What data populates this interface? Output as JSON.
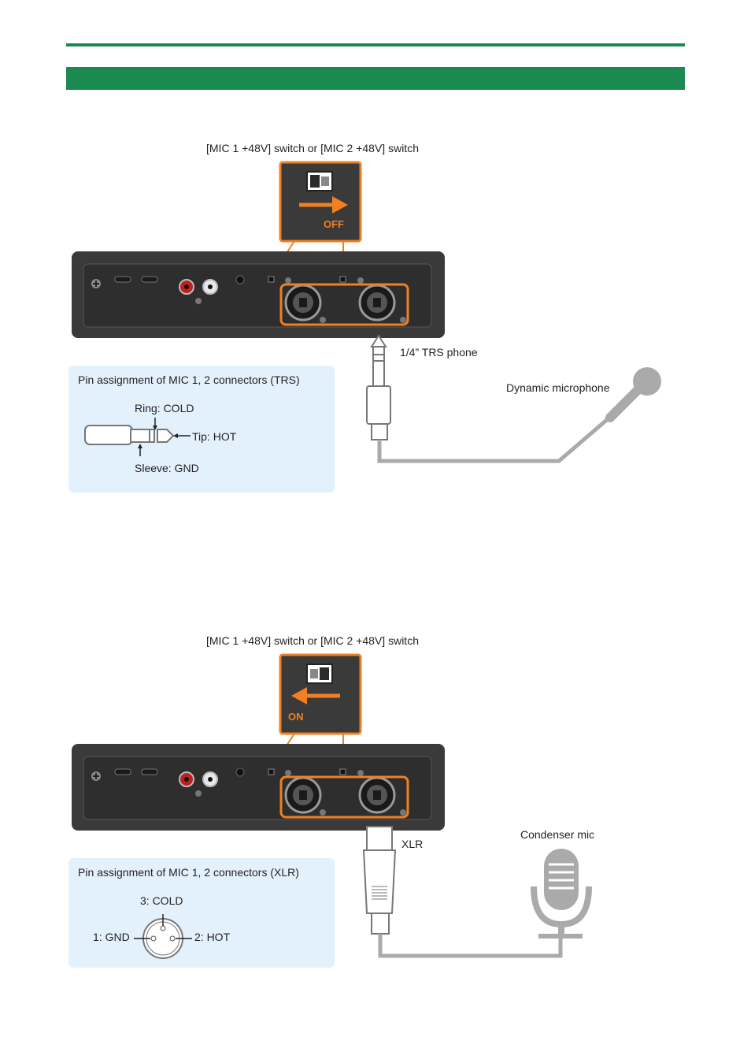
{
  "figures": [
    {
      "switch_caption": "[MIC 1 +48V] switch or [MIC 2 +48V] switch",
      "switch_state": "OFF",
      "cable_label": "1/4” TRS phone",
      "mic_label": "Dynamic microphone",
      "pin_box": {
        "title": "Pin assignment of MIC 1, 2 connectors (TRS)",
        "ring": "Ring: COLD",
        "tip": "Tip: HOT",
        "sleeve": "Sleeve: GND"
      }
    },
    {
      "switch_caption": "[MIC 1 +48V] switch or [MIC 2 +48V] switch",
      "switch_state": "ON",
      "cable_label": "XLR",
      "mic_label": "Condenser mic",
      "pin_box": {
        "title": "Pin assignment of MIC 1, 2 connectors (XLR)",
        "pin3": "3: COLD",
        "pin1": "1: GND",
        "pin2": "2: HOT"
      }
    }
  ],
  "colors": {
    "green": "#1b8a50",
    "orange": "#f08020",
    "box": "#e3f1fc",
    "device": "#3a3a3a"
  }
}
